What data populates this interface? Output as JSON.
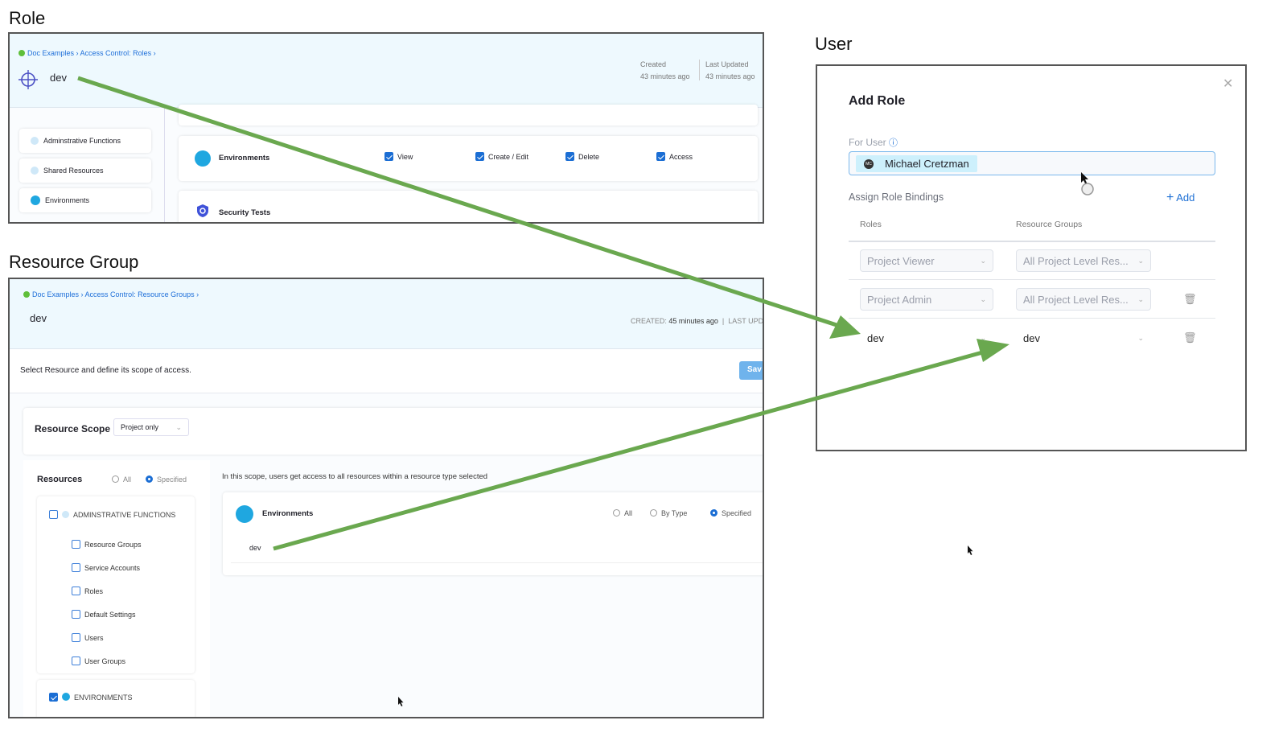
{
  "sections": {
    "role": "Role",
    "resource_group": "Resource Group",
    "user": "User"
  },
  "role_panel": {
    "breadcrumb": [
      "Doc Examples",
      "Access Control: Roles"
    ],
    "title": "dev",
    "created_label": "Created",
    "created_value": "43 minutes ago",
    "updated_label": "Last Updated",
    "updated_value": "43 minutes ago",
    "sidebar": [
      "Adminstrative Functions",
      "Shared Resources",
      "Environments"
    ],
    "environments": {
      "label": "Environments",
      "permissions": [
        "View",
        "Create / Edit",
        "Delete",
        "Access"
      ]
    },
    "security_tests": "Security Tests"
  },
  "rg_panel": {
    "breadcrumb": [
      "Doc Examples",
      "Access Control: Resource Groups"
    ],
    "title": "dev",
    "created_label": "CREATED:",
    "created_value": "45 minutes ago",
    "updated_label": "LAST UPD",
    "instructions": "Select Resource and define its scope of access.",
    "save_label": "Sav",
    "scope_label": "Resource Scope",
    "scope_value": "Project only",
    "resources_label": "Resources",
    "radio_all": "All",
    "radio_specified": "Specified",
    "admin_group": "ADMINSTRATIVE FUNCTIONS",
    "admin_items": [
      "Resource Groups",
      "Service Accounts",
      "Roles",
      "Default Settings",
      "Users",
      "User Groups"
    ],
    "env_group": "ENVIRONMENTS",
    "scope_note": "In this scope, users get access to all resources within a resource type selected",
    "env_card": {
      "label": "Environments",
      "options": [
        "All",
        "By Type",
        "Specified"
      ],
      "item": "dev"
    }
  },
  "user_panel": {
    "title": "Add Role",
    "for_user": "For User",
    "user_name": "Michael Cretzman",
    "user_initials": "MC",
    "bindings_label": "Assign Role Bindings",
    "add_label": "Add",
    "col_roles": "Roles",
    "col_rg": "Resource Groups",
    "rows": [
      {
        "role": "Project Viewer",
        "rg": "All Project Level Res..."
      },
      {
        "role": "Project Admin",
        "rg": "All Project Level Res..."
      },
      {
        "role": "dev",
        "rg": "dev"
      }
    ]
  },
  "colors": {
    "arrow": "#6aa84f",
    "accent": "#1b6ed4",
    "header_bg": "#eef9fe"
  }
}
